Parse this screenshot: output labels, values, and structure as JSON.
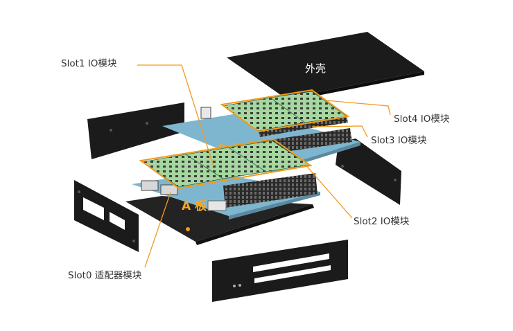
{
  "labels": {
    "cover": "外壳",
    "board_b": "B 板",
    "board_a": "A 板",
    "slot1": "Slot1 IO模块",
    "slot4": "Slot4 IO模块",
    "slot3": "Slot3 IO模块",
    "slot2": "Slot2 IO模块",
    "slot0": "Slot0 适配器模块"
  },
  "colors": {
    "accent": "#f29a1e",
    "panel": "#1b1b1b",
    "pcb": "#7fb6cf",
    "module": "#bfe0b0"
  }
}
